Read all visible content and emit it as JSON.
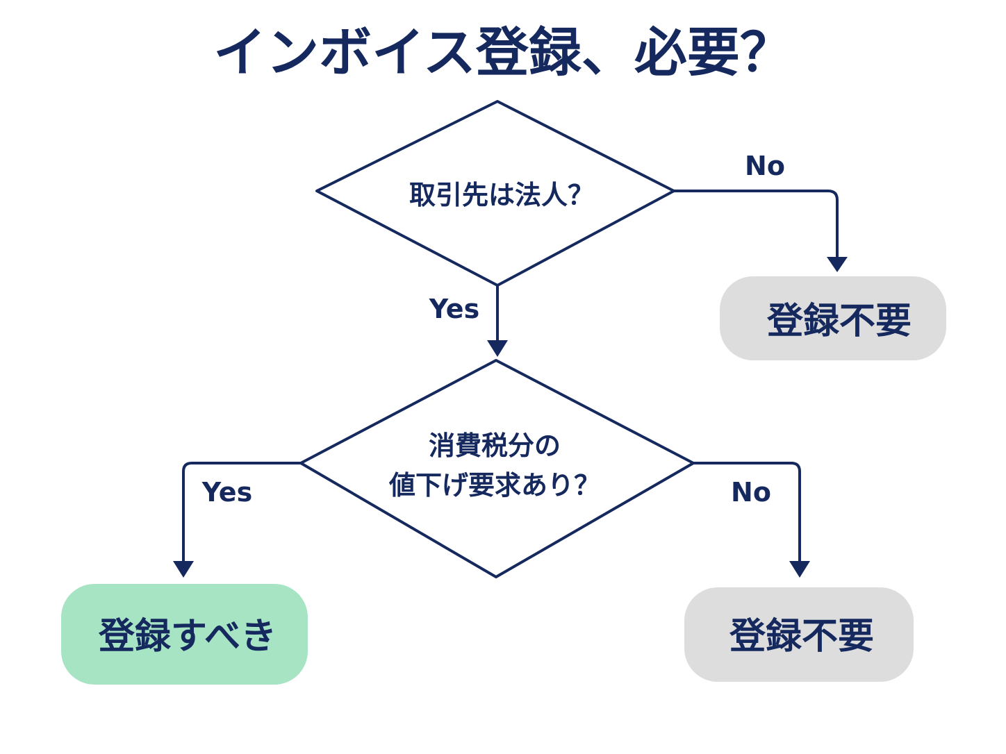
{
  "title": "インボイス登録、必要？",
  "colors": {
    "ink": "#15295e",
    "result_yes": "#a7e4c4",
    "result_no": "#dddddd",
    "background": "#ffffff"
  },
  "decisions": [
    {
      "lines": [
        "取引先は法人？"
      ]
    },
    {
      "lines": [
        "消費税分の",
        "値下げ要求あり？"
      ]
    }
  ],
  "branches": {
    "q1_no": "No",
    "q1_yes": "Yes",
    "q2_yes": "Yes",
    "q2_no": "No"
  },
  "results": {
    "q1_no": "登録不要",
    "q2_yes": "登録すべき",
    "q2_no": "登録不要"
  }
}
